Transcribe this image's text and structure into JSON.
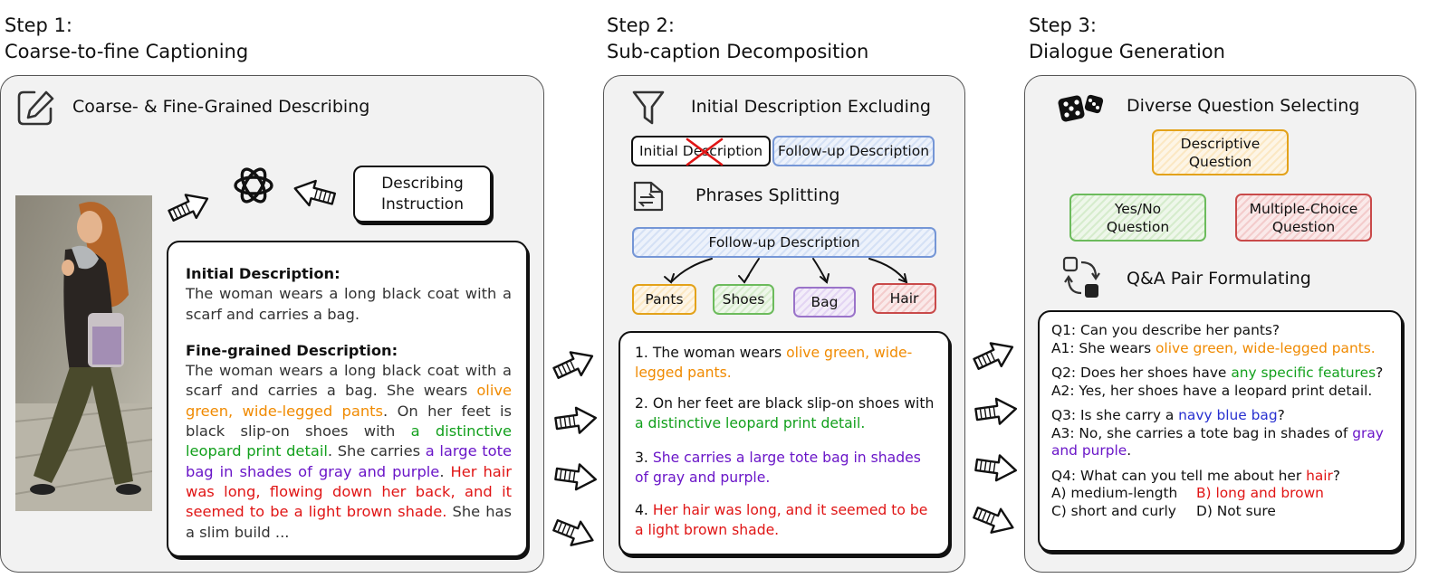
{
  "colors": {
    "orange": "#f08a00",
    "green": "#13a01d",
    "purple": "#6a16c8",
    "red": "#e01515",
    "navy": "#2830d0"
  },
  "step1": {
    "title_line1": "Step 1:",
    "title_line2": "Coarse-to-fine Captioning",
    "heading": "Coarse- & Fine-Grained Describing",
    "instruction_line1": "Describing",
    "instruction_line2": "Instruction",
    "initial_label": "Initial Description:",
    "initial_text": "The woman wears a long black coat with a scarf and carries a bag.",
    "fine_label": "Fine-grained Description:",
    "fine_seg1": "The woman wears a long black coat with a scarf and carries a bag. She wears ",
    "fine_pants": "olive green, wide-legged pants",
    "fine_seg2": ". On her feet is black slip-on shoes with ",
    "fine_shoes": "a distinctive leopard print detail",
    "fine_seg3": ". She carries ",
    "fine_bag": "a large tote bag in shades of gray and purple",
    "fine_seg4": ". ",
    "fine_hair": "Her hair was long, flowing down her back, and it seemed to be a light brown shade.",
    "fine_seg5": " She has a slim build ..."
  },
  "step2": {
    "title_line1": "Step 2:",
    "title_line2": "Sub-caption Decomposition",
    "heading1": "Initial Description Excluding",
    "tag_initial": "Initial Description",
    "tag_followup": "Follow-up Description",
    "heading2": "Phrases Splitting",
    "tag_followup_center": "Follow-up Description",
    "tags": [
      "Pants",
      "Shoes",
      "Bag",
      "Hair"
    ],
    "item1_pre": "1. The woman wears ",
    "item1_col": "olive green, wide-legged pants.",
    "item2_pre": "2. On her feet are black slip-on shoes with ",
    "item2_col": "a distinctive leopard print detail.",
    "item3_num": "3. ",
    "item3_col": "She carries a large tote bag in shades of gray and purple.",
    "item4_num": "4. ",
    "item4_col": "Her hair was long, and it seemed to be a light brown shade."
  },
  "step3": {
    "title_line1": "Step 3:",
    "title_line2": "Dialogue Generation",
    "heading1": "Diverse Question Selecting",
    "q_desc_line1": "Descriptive",
    "q_desc_line2": "Question",
    "q_yn_line1": "Yes/No",
    "q_yn_line2": "Question",
    "q_mc_line1": "Multiple-Choice",
    "q_mc_line2": "Question",
    "heading2": "Q&A Pair Formulating",
    "q1": "Q1: Can you describe her pants?",
    "a1_pre": "A1: She wears ",
    "a1_col": "olive green, wide-legged pants.",
    "q2_pre": "Q2: Does her shoes have ",
    "q2_col": "any specific features",
    "q2_post": "?",
    "a2": "A2: Yes, her shoes have a leopard print detail.",
    "q3_pre": "Q3: Is she carry a ",
    "q3_col": "navy blue bag",
    "q3_post": "?",
    "a3_pre": "A3: No, she carries a tote bag in shades of ",
    "a3_col": "gray and purple",
    "a3_post": ".",
    "q4_pre": "Q4: What can you tell me about her ",
    "q4_col": "hair",
    "q4_post": "?",
    "opt_a": "A) medium-length",
    "opt_b": "B) long and brown",
    "opt_c": "C) short and curly",
    "opt_d": "D) Not sure"
  },
  "icons": [
    "edit-icon",
    "openai-logo-icon",
    "funnel-icon",
    "split-file-icon",
    "dice-icon",
    "cycle-shapes-icon",
    "hollow-arrow-icon"
  ]
}
